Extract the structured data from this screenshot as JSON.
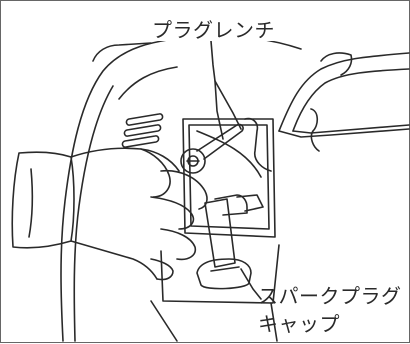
{
  "labels": {
    "plug_wrench": "プラグレンチ",
    "spark_plug_cap_line1": "スパークプラグ",
    "spark_plug_cap_line2": "キャップ"
  },
  "colors": {
    "line": "#2a2a2a",
    "border": "#666666",
    "background": "#ffffff"
  }
}
